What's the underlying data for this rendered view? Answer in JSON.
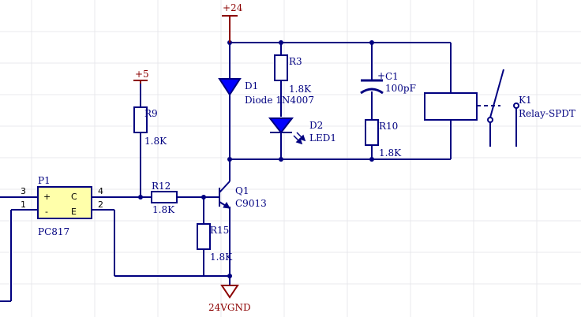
{
  "schematic": {
    "power": {
      "v24": "+24",
      "v5": "+5",
      "gnd": "24VGND"
    },
    "opto": {
      "designator": "P1",
      "part": "PC817",
      "plus": "+",
      "minus": "-",
      "c": "C",
      "e": "E",
      "pin1": "1",
      "pin2": "2",
      "pin3": "3",
      "pin4": "4"
    },
    "r9": {
      "designator": "R9",
      "value": "1.8K"
    },
    "r12": {
      "designator": "R12",
      "value": "1.8K"
    },
    "r15": {
      "designator": "R15",
      "value": "1.8K"
    },
    "r3": {
      "designator": "R3",
      "value": "1.8K"
    },
    "r10": {
      "designator": "R10",
      "value": "1.8K"
    },
    "q1": {
      "designator": "Q1",
      "part": "C9013"
    },
    "d1": {
      "designator": "D1",
      "part": "Diode 1N4007"
    },
    "d2": {
      "designator": "D2",
      "part": "LED1"
    },
    "c1": {
      "designator": "C1",
      "value": "100pF",
      "polarity": "+"
    },
    "k1": {
      "designator": "K1",
      "part": "Relay-SPDT"
    }
  },
  "colors": {
    "wire": "#000080",
    "body": "#000080",
    "diode_fill": "#0000ff",
    "relay_fill": "#ffffff",
    "power": "#8b0000",
    "pin_line": "#000000",
    "grid": "#e8e8ec",
    "background": "#ffffff"
  }
}
